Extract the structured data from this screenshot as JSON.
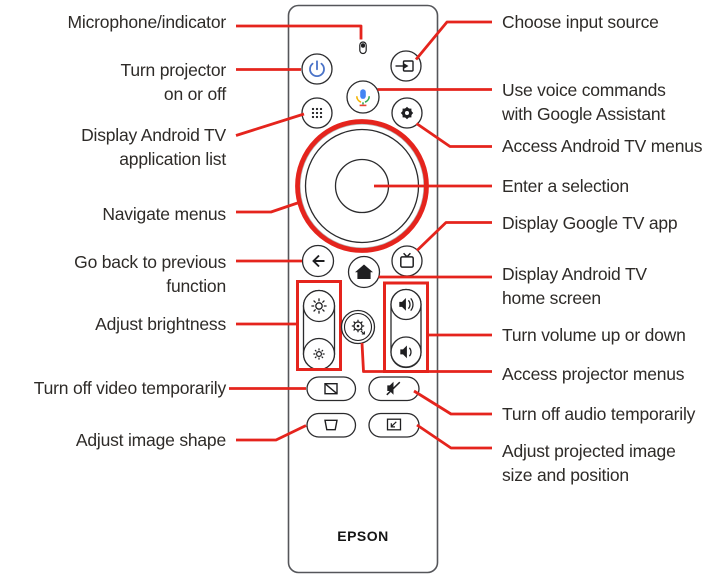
{
  "colors": {
    "red": "#e5241d",
    "text": "#2e2b28",
    "outline": "#2b2b2d",
    "body_outline": "#55565a",
    "nav_gray": "#b5b5b5",
    "icon": "#1f1f21",
    "power_blue": "#4a73c8",
    "google_blue": "#4285f4",
    "google_red": "#ea4335",
    "google_yellow": "#f4b400",
    "google_green": "#34a853"
  },
  "remote": {
    "brand": "EPSON",
    "buttons": [
      {
        "id": "microphone",
        "icon": "microphone-hole-icon"
      },
      {
        "id": "power",
        "icon": "power-icon"
      },
      {
        "id": "input-source",
        "icon": "input-source-icon"
      },
      {
        "id": "voice",
        "icon": "google-mic-icon"
      },
      {
        "id": "apps",
        "icon": "apps-grid-icon"
      },
      {
        "id": "settings",
        "icon": "gear-icon"
      },
      {
        "id": "nav-pad",
        "icon": "navigation-ring"
      },
      {
        "id": "enter",
        "icon": "enter-circle"
      },
      {
        "id": "back",
        "icon": "back-arrow-icon"
      },
      {
        "id": "home",
        "icon": "home-icon"
      },
      {
        "id": "google-tv",
        "icon": "tv-icon"
      },
      {
        "id": "brightness-up",
        "icon": "sun-large-icon"
      },
      {
        "id": "brightness-down",
        "icon": "sun-small-icon"
      },
      {
        "id": "projector-menu",
        "icon": "gear-arrow-icon"
      },
      {
        "id": "volume-up",
        "icon": "speaker-loud-icon"
      },
      {
        "id": "volume-down",
        "icon": "speaker-low-icon"
      },
      {
        "id": "video-mute",
        "icon": "blank-screen-icon"
      },
      {
        "id": "audio-mute",
        "icon": "speaker-muted-icon"
      },
      {
        "id": "keystone",
        "icon": "keystone-icon"
      },
      {
        "id": "image-size",
        "icon": "image-shift-icon"
      }
    ]
  },
  "callouts": {
    "left": [
      {
        "label": "Microphone/indicator"
      },
      {
        "label": "Turn projector\non or off"
      },
      {
        "label": "Display Android TV\napplication list"
      },
      {
        "label": "Navigate menus"
      },
      {
        "label": "Go back to previous\nfunction"
      },
      {
        "label": "Adjust brightness"
      },
      {
        "label": "Turn off video temporarily"
      },
      {
        "label": "Adjust image shape"
      }
    ],
    "right": [
      {
        "label": "Choose input source"
      },
      {
        "label": "Use voice commands\nwith Google Assistant"
      },
      {
        "label": "Access Android TV menus"
      },
      {
        "label": "Enter a selection"
      },
      {
        "label": "Display Google TV app"
      },
      {
        "label": "Display Android TV\nhome screen"
      },
      {
        "label": "Turn volume up or down"
      },
      {
        "label": "Access projector menus"
      },
      {
        "label": "Turn off audio temporarily"
      },
      {
        "label": "Adjust projected image\nsize and position"
      }
    ]
  }
}
